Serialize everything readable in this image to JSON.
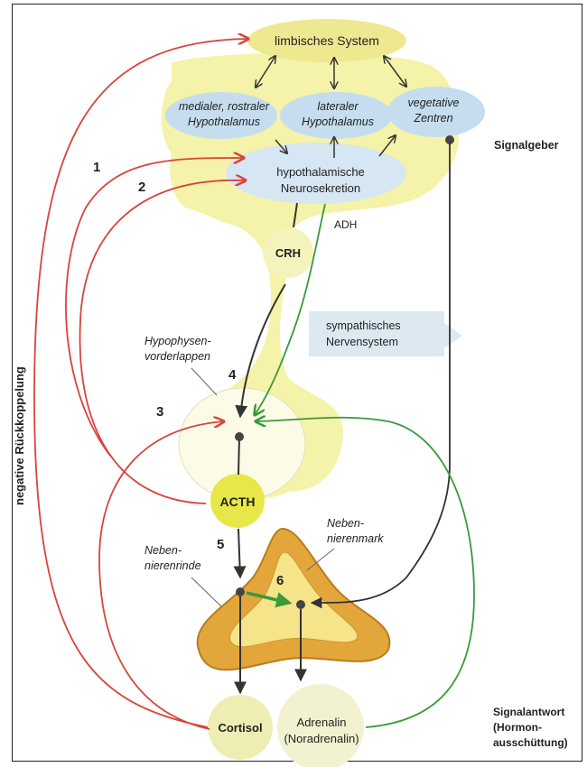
{
  "labels": {
    "limbic": "limbisches System",
    "medial_line1": "medialer, rostraler",
    "medial_line2": "Hypothalamus",
    "lateral_line1": "lateraler",
    "lateral_line2": "Hypothalamus",
    "vegetative_line1": "vegetative",
    "vegetative_line2": "Zentren",
    "neuro_line1": "hypothalamische",
    "neuro_line2": "Neurosekretion",
    "signalgeber": "Signalgeber",
    "crh": "CRH",
    "adh": "ADH",
    "sympathetic_line1": "sympathisches",
    "sympathetic_line2": "Nervensystem",
    "hvl_line1": "Hypophysen-",
    "hvl_line2": "vorderlappen",
    "acth": "ACTH",
    "nnm_line1": "Neben-",
    "nnm_line2": "nierenmark",
    "nnr_line1": "Neben-",
    "nnr_line2": "nierenrinde",
    "cortisol": "Cortisol",
    "adrenalin": "Adrenalin",
    "noradrenalin": "(Noradrenalin)",
    "signalantwort_line1": "Signalantwort",
    "signalantwort_line2": "(Hormon-",
    "signalantwort_line3": "ausschüttung)",
    "feedback": "negative Rückkoppelung"
  },
  "numbers": {
    "n1": "1",
    "n2": "2",
    "n3": "3",
    "n4": "4",
    "n5": "5",
    "n6": "6"
  },
  "colors": {
    "feedback_red": "#d9443b",
    "signal_dark": "#333333",
    "signal_green": "#3a9a3a",
    "gland_yellow": "#f4f1a0",
    "hormone_yellow": "#e7e74a",
    "brain_blue": "#c5ddef",
    "adrenal_orange": "#e3a63a"
  }
}
